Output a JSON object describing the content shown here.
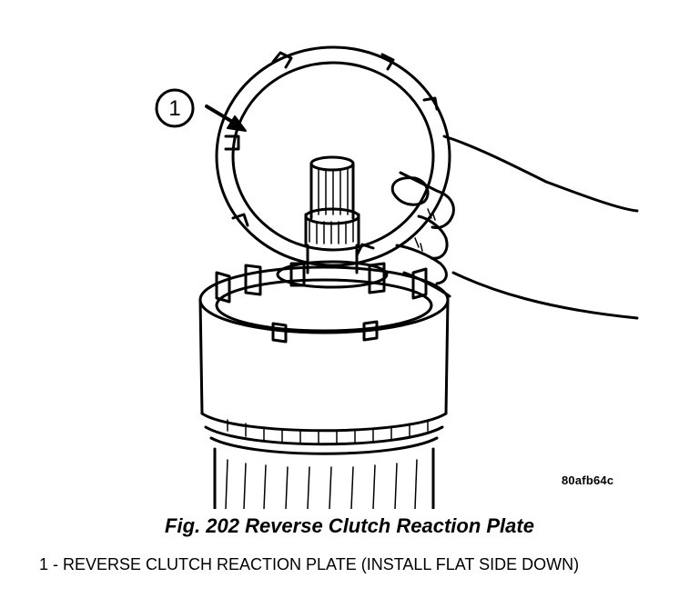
{
  "figure": {
    "callout_number": "1",
    "code": "80afb64c",
    "caption": "Fig. 202 Reverse Clutch Reaction Plate",
    "legend": "1 - REVERSE CLUTCH REACTION PLATE (INSTALL FLAT SIDE DOWN)"
  }
}
